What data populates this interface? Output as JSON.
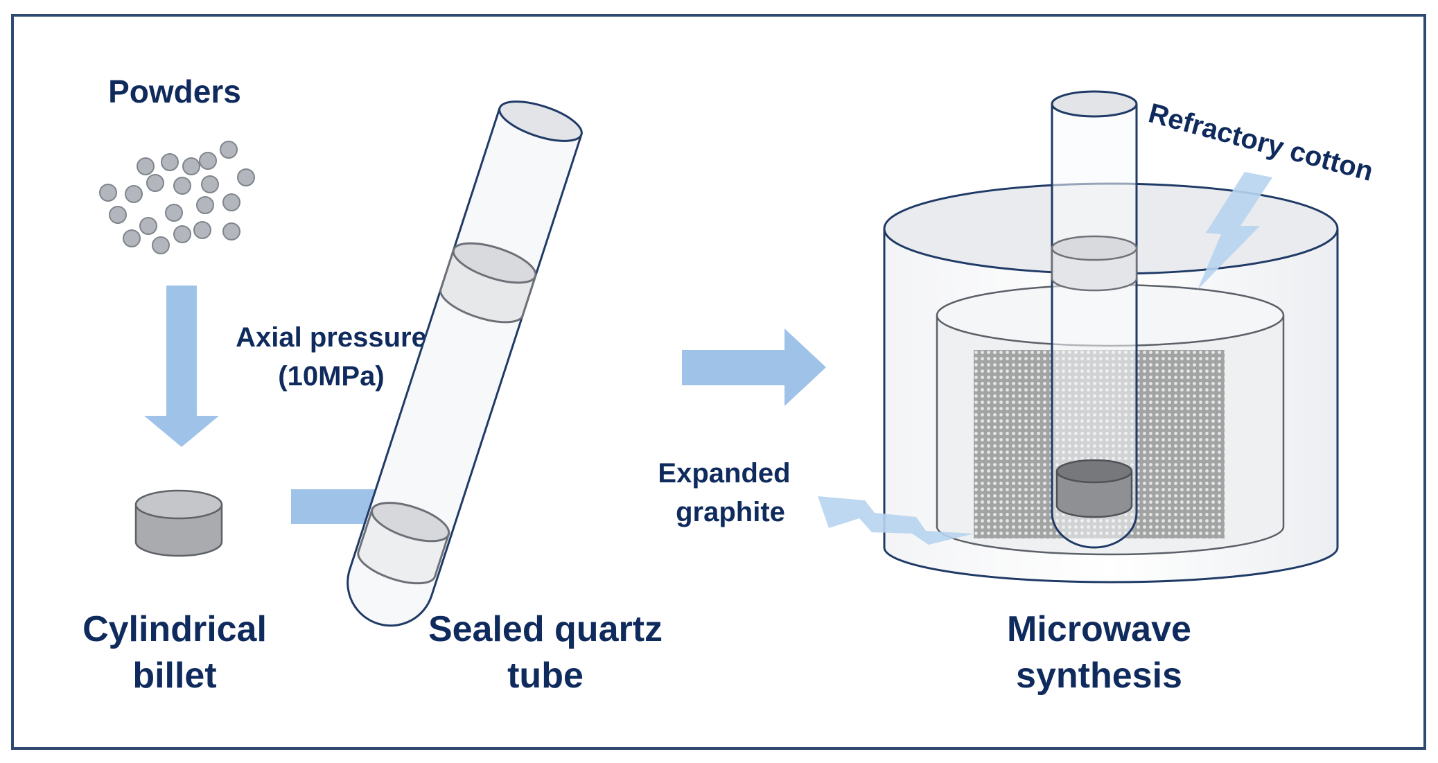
{
  "labels": {
    "powders": "Powders",
    "axial_pressure_line1": "Axial pressure",
    "axial_pressure_line2": "(10MPa)",
    "billet_line1": "Cylindrical",
    "billet_line2": "billet",
    "tube_line1": "Sealed quartz",
    "tube_line2": "tube",
    "microwave_line1": "Microwave",
    "microwave_line2": "synthesis",
    "expanded_line1": "Expanded",
    "expanded_line2": "graphite",
    "refractory": "Refractory cotton"
  },
  "colors": {
    "frame_border": "#2f4a70",
    "text": "#0f2a5c",
    "arrow": "#9fc3e8",
    "outline": "#1f3a66",
    "particle": "#b3b7bd",
    "billet": "#a9abae"
  }
}
